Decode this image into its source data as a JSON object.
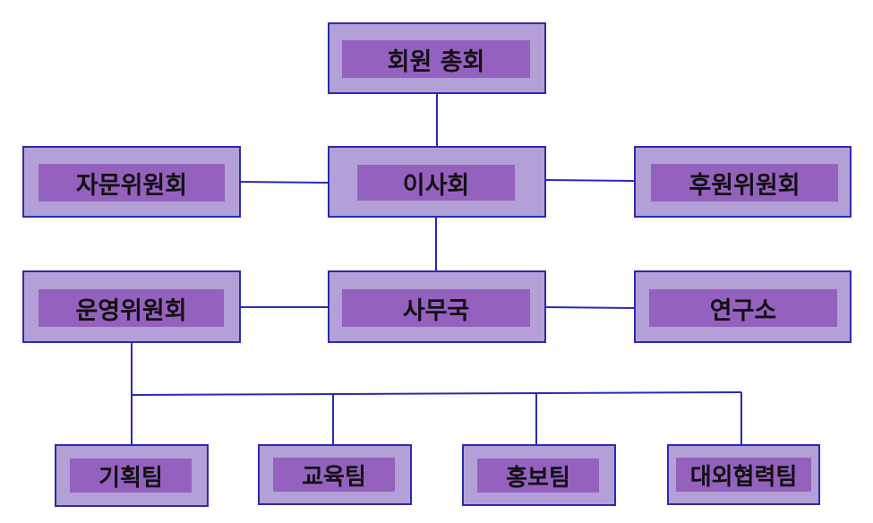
{
  "colors": {
    "outer_box": "#b3a0d6",
    "inner_box": "#9561be",
    "border": "#2b2bb0",
    "connector": "#2b2bb0"
  },
  "nodes": {
    "general_assembly": "회원 총회",
    "board": "이사회",
    "advisory_committee": "자문위원회",
    "sponsorship_committee": "후원위원회",
    "secretariat": "사무국",
    "steering_committee": "운영위원회",
    "research_institute": "연구소",
    "planning_team": "기획팀",
    "education_team": "교육팀",
    "pr_team": "홍보팀",
    "external_cooperation_team": "대외협력팀"
  }
}
